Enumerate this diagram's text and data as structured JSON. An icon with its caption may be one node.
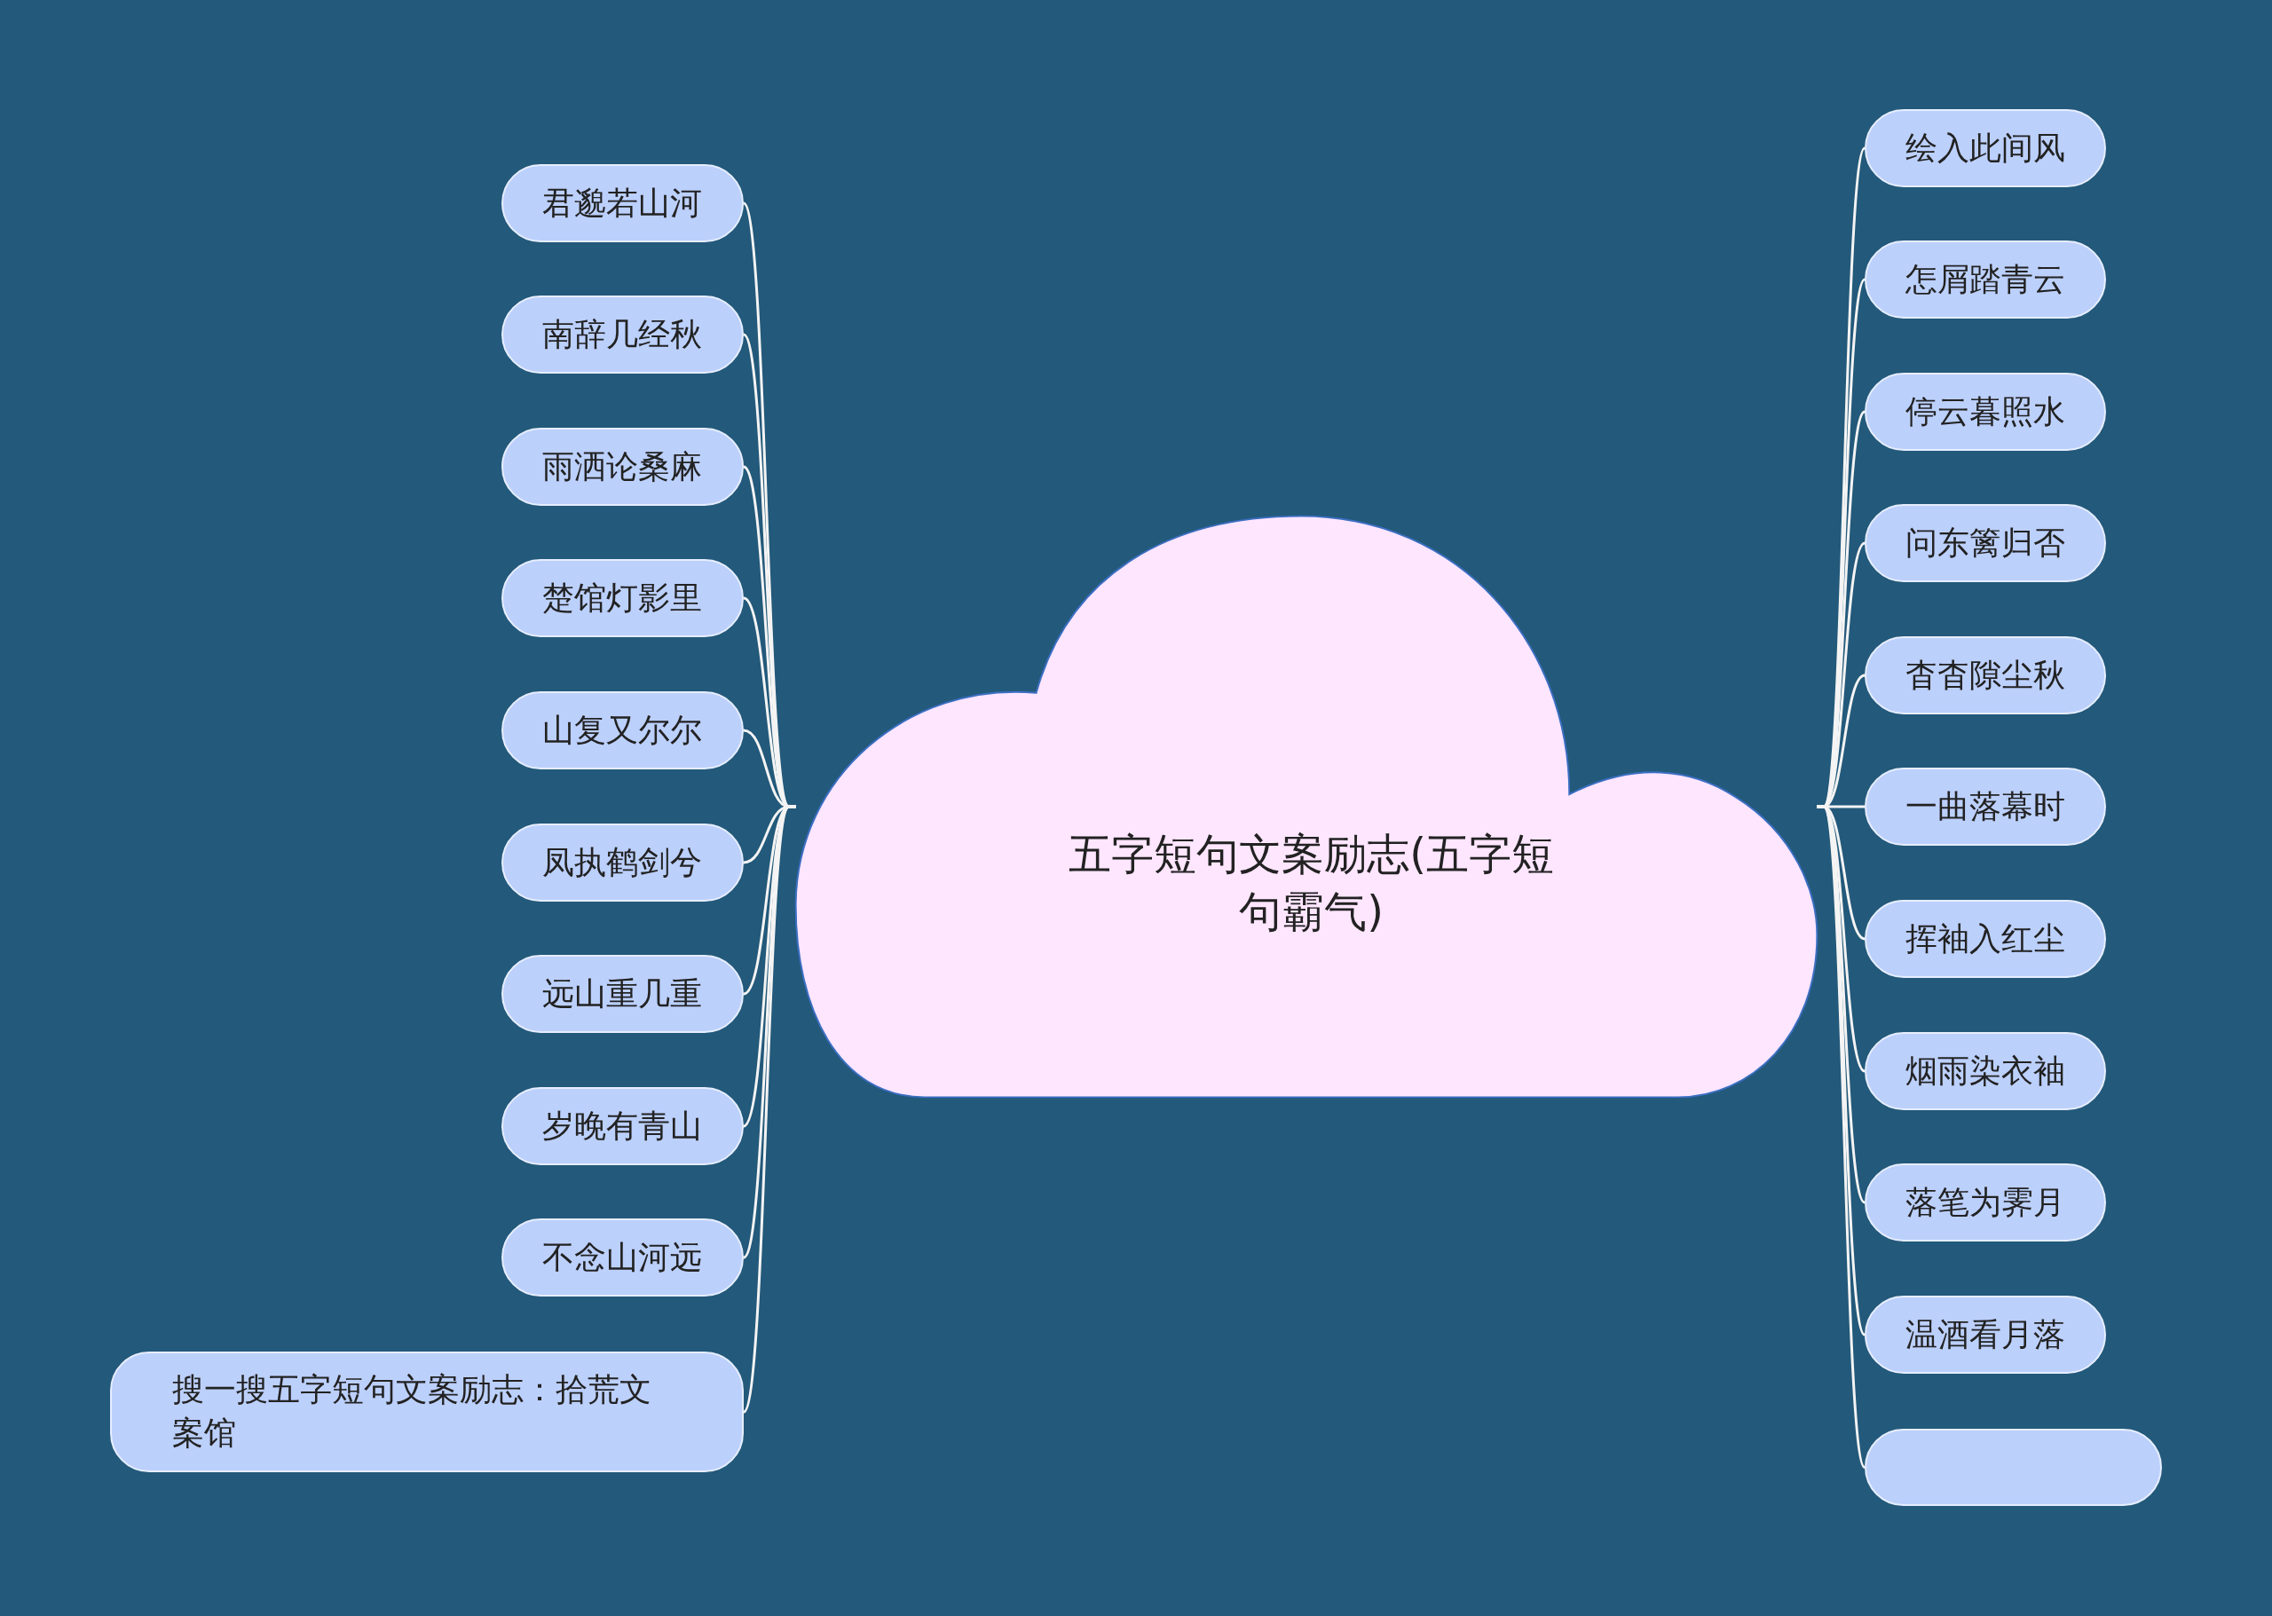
{
  "diagram": {
    "nodes": [
      {
        "text": [
          "五字短句文案励志(五字短句霸气)"
        ]
      },
      {
        "text": [
          "君邈若山河"
        ]
      },
      {
        "text": [
          "南辞几经秋"
        ]
      },
      {
        "text": [
          "雨洒论桑麻"
        ]
      },
      {
        "text": [
          "楚馆灯影里"
        ]
      },
      {
        "text": [
          "山复又尔尔"
        ]
      },
      {
        "text": [
          "凤执鹤剑兮"
        ]
      },
      {
        "text": [
          "远山重几重"
        ]
      },
      {
        "text": [
          "岁晚有青山"
        ]
      },
      {
        "text": [
          "不念山河远"
        ]
      },
      {
        "text": [
          "搜一搜五字短句文案励志：拾荒文案馆"
        ]
      },
      {
        "text": [
          "绘入此间风"
        ]
      },
      {
        "text": [
          "怎屑踏青云"
        ]
      },
      {
        "text": [
          "停云暮照水"
        ]
      },
      {
        "text": [
          "问东篱归否"
        ]
      },
      {
        "text": [
          "杳杳隙尘秋"
        ]
      },
      {
        "text": [
          "一曲落幕时"
        ]
      },
      {
        "text": [
          "挥袖入红尘"
        ]
      },
      {
        "text": [
          "烟雨染衣袖"
        ]
      },
      {
        "text": [
          "落笔为霁月"
        ]
      },
      {
        "text": [
          "温酒看月落"
        ]
      },
      {
        "text": [],
        "shape": "box"
      }
    ],
    "edges": [
      {
        "from": 0,
        "to": 1,
        "arrow": "none"
      },
      {
        "from": 0,
        "to": 2,
        "arrow": "none"
      },
      {
        "from": 0,
        "to": 3,
        "arrow": "none"
      },
      {
        "from": 0,
        "to": 4,
        "arrow": "none"
      },
      {
        "from": 0,
        "to": 5,
        "arrow": "none"
      },
      {
        "from": 0,
        "to": 6,
        "arrow": "none"
      },
      {
        "from": 0,
        "to": 7,
        "arrow": "none"
      },
      {
        "from": 0,
        "to": 8,
        "arrow": "none"
      },
      {
        "from": 0,
        "to": 9,
        "arrow": "none"
      },
      {
        "from": 0,
        "to": 10,
        "arrow": "none"
      },
      {
        "from": 0,
        "to": 11,
        "arrow": "none"
      },
      {
        "from": 0,
        "to": 12,
        "arrow": "none"
      },
      {
        "from": 0,
        "to": 13,
        "arrow": "none"
      },
      {
        "from": 0,
        "to": 14,
        "arrow": "none"
      },
      {
        "from": 0,
        "to": 15,
        "arrow": "none"
      },
      {
        "from": 0,
        "to": 16,
        "arrow": "none"
      },
      {
        "from": 0,
        "to": 17,
        "arrow": "none"
      },
      {
        "from": 0,
        "to": 18,
        "arrow": "none"
      },
      {
        "from": 0,
        "to": 19,
        "arrow": "none"
      },
      {
        "from": 0,
        "to": 20,
        "arrow": "none"
      },
      {
        "from": 0,
        "to": 21,
        "arrow": "none"
      }
    ]
  }
}
